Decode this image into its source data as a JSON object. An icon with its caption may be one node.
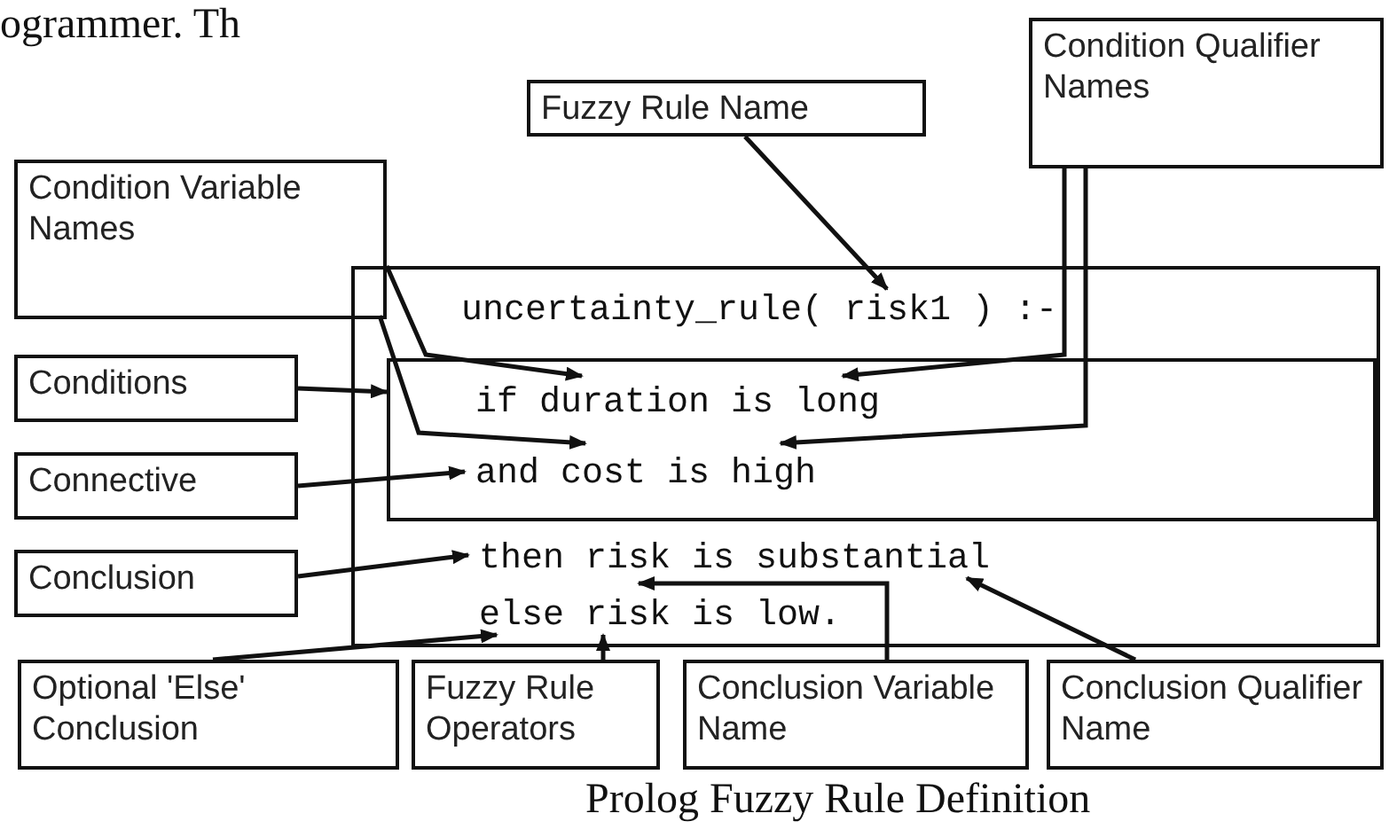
{
  "diagram": {
    "caption": "Prolog Fuzzy Rule Definition",
    "nodes": [
      {
        "text": [
          "Fuzzy Rule Name"
        ]
      },
      {
        "text": [
          "Condition Qualifier Names"
        ]
      },
      {
        "text": [
          "Condition Variable Names"
        ]
      },
      {
        "text": [
          "uncertainty_rule( risk1 ) :-",
          "then risk is substantial",
          "else risk is low."
        ]
      },
      {
        "text": [
          "if duration is long",
          "and cost is high"
        ],
        "in": 3
      },
      {
        "text": [
          "Conditions"
        ]
      },
      {
        "text": [
          "Connective"
        ]
      },
      {
        "text": [
          "Conclusion"
        ]
      },
      {
        "text": [
          "Optional 'Else' Conclusion"
        ]
      },
      {
        "text": [
          "Fuzzy Rule Operators"
        ]
      },
      {
        "text": [
          "Conclusion Variable Name"
        ]
      },
      {
        "text": [
          "Conclusion Qualifier Name"
        ]
      }
    ],
    "edges": [
      {
        "from": 0,
        "to": 3,
        "arrow": "to"
      },
      {
        "from": 2,
        "to": 4,
        "arrow": "to"
      },
      {
        "from": 2,
        "to": 4,
        "arrow": "to"
      },
      {
        "from": 1,
        "to": 4,
        "arrow": "to"
      },
      {
        "from": 1,
        "to": 4,
        "arrow": "to"
      },
      {
        "from": 5,
        "to": 4,
        "arrow": "to"
      },
      {
        "from": 6,
        "to": 4,
        "arrow": "to"
      },
      {
        "from": 7,
        "to": 3,
        "arrow": "to"
      },
      {
        "from": 8,
        "to": 3,
        "arrow": "to"
      },
      {
        "from": 9,
        "to": 3,
        "arrow": "to"
      },
      {
        "from": 10,
        "to": 3,
        "arrow": "to"
      },
      {
        "from": 11,
        "to": 3,
        "arrow": "to"
      }
    ],
    "labels": [
      "ogrammer. Th"
    ]
  }
}
